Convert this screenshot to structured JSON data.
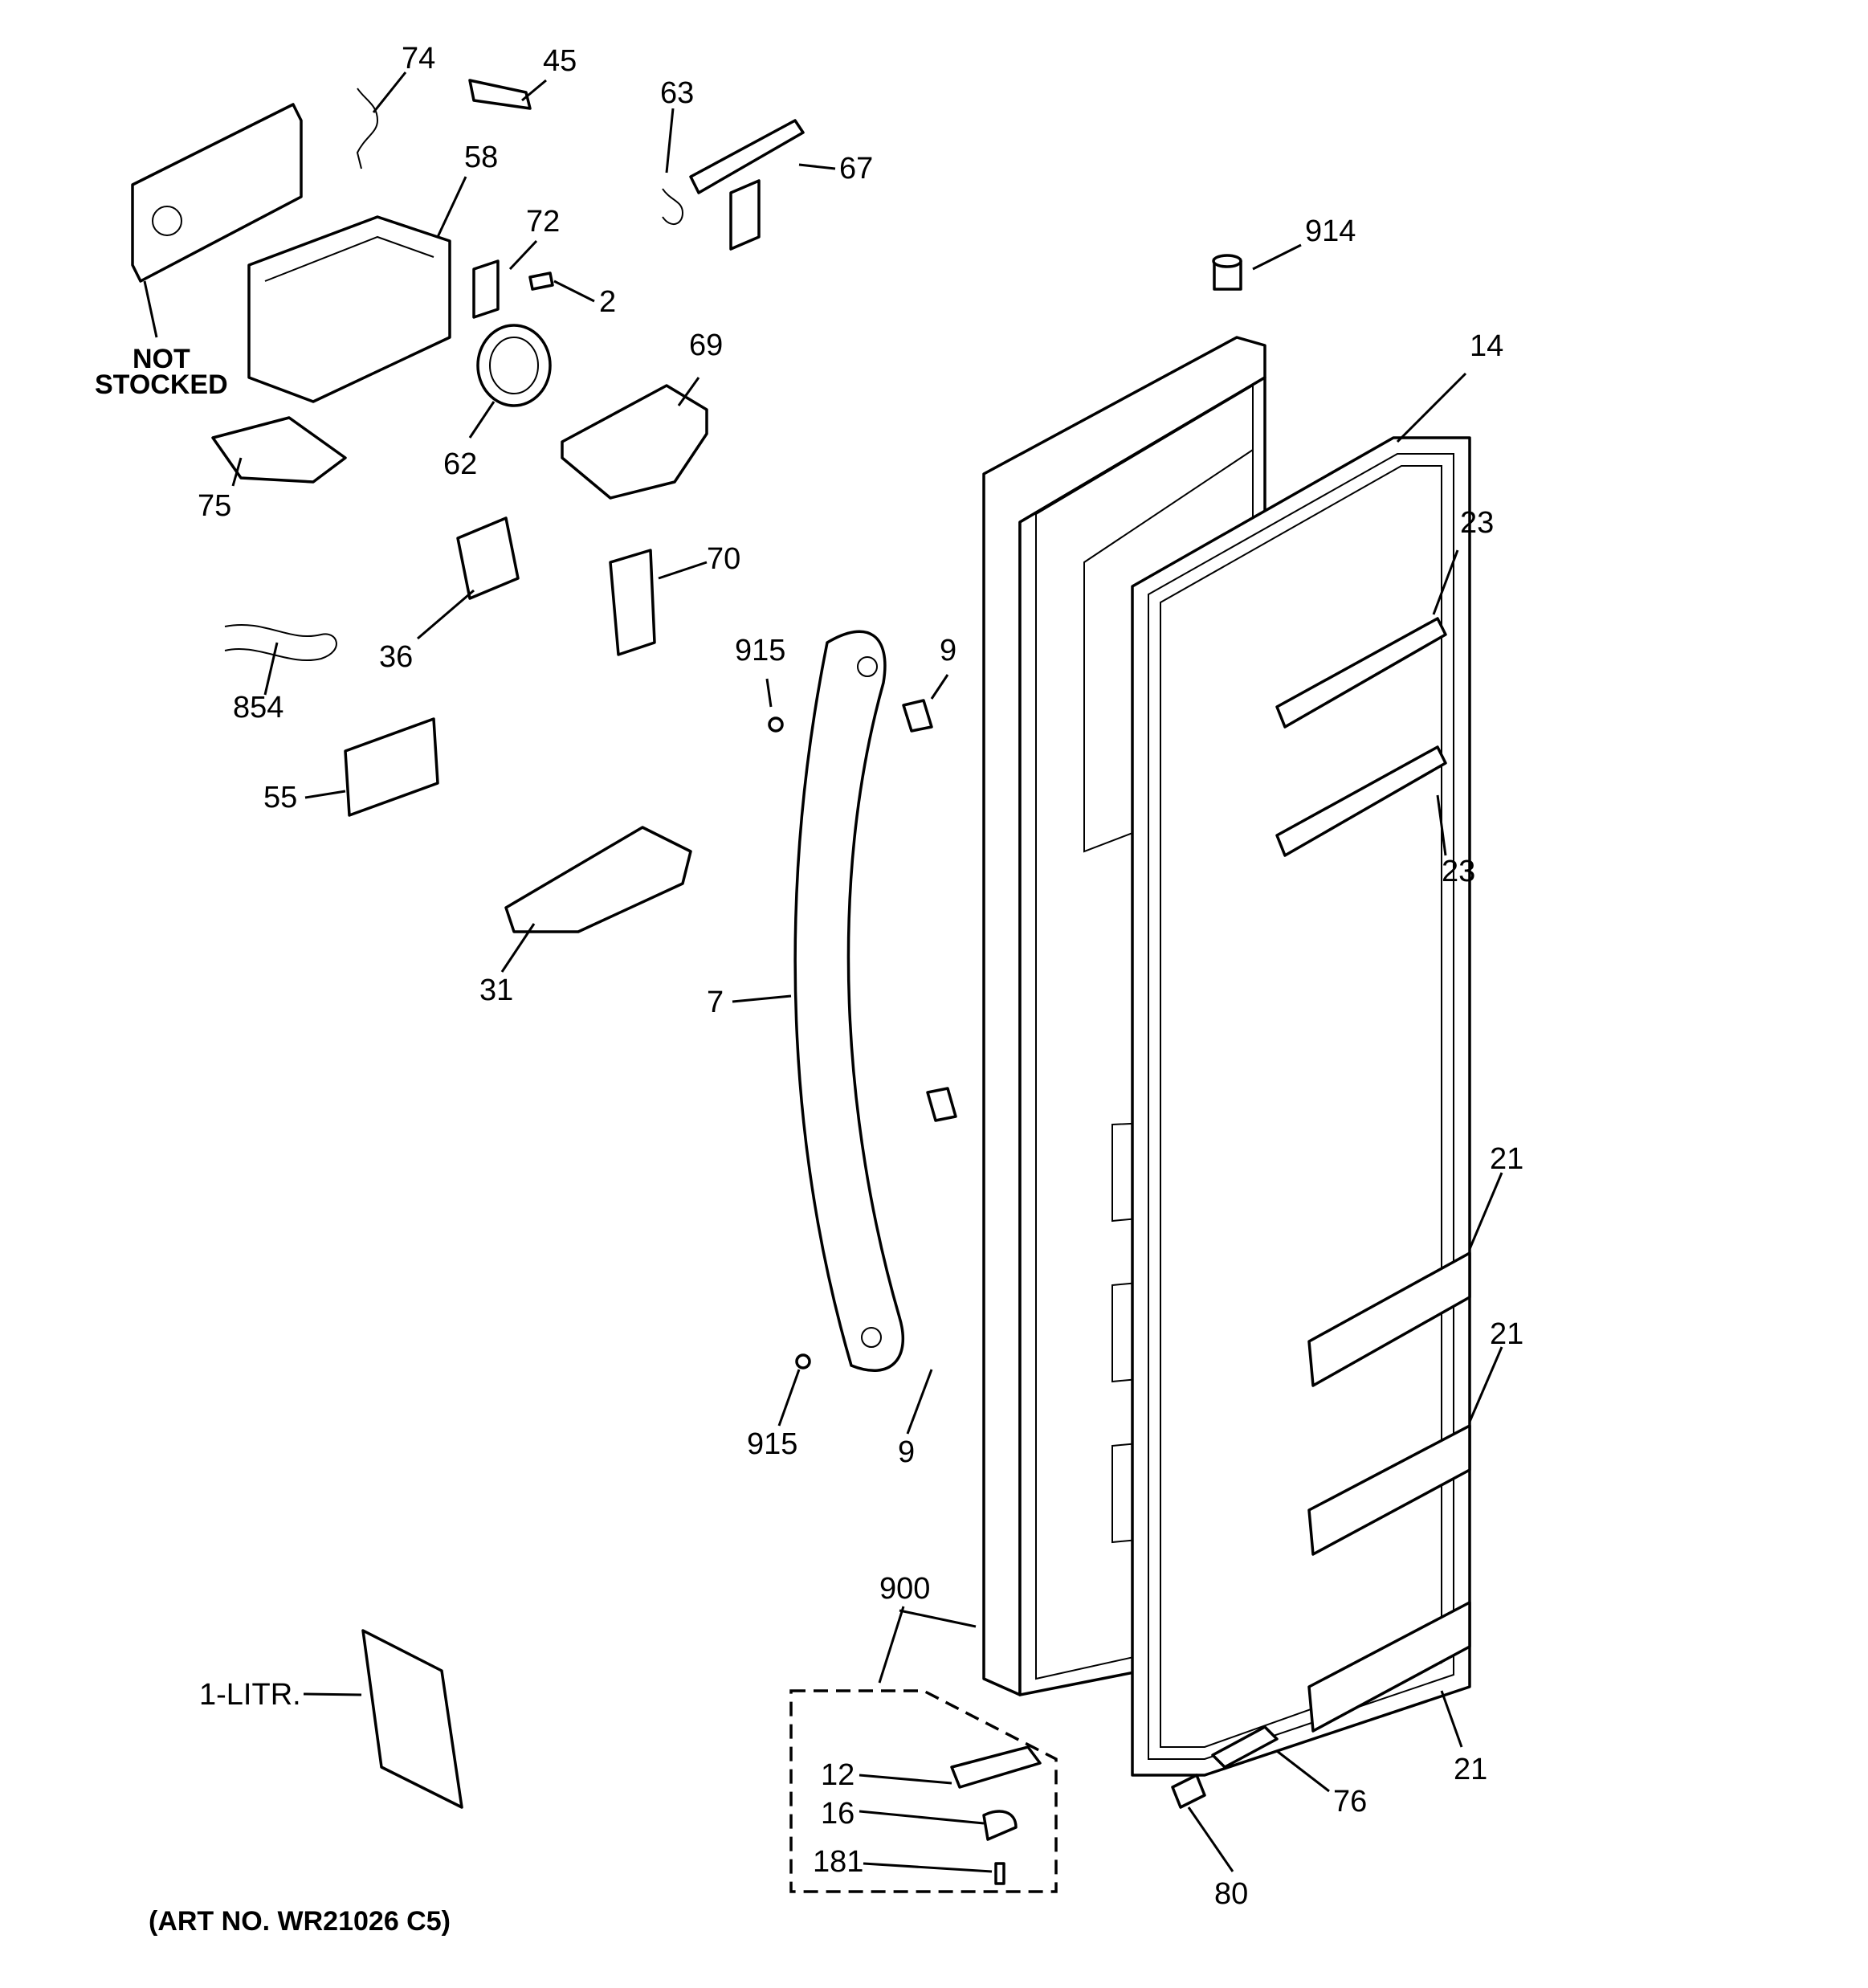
{
  "diagram": {
    "labels": {
      "p74": "74",
      "p45": "45",
      "p63": "63",
      "p67": "67",
      "p58": "58",
      "p72": "72",
      "p2": "2",
      "p914": "914",
      "p69": "69",
      "p14": "14",
      "p62": "62",
      "p75": "75",
      "p70": "70",
      "p23a": "23",
      "p23b": "23",
      "p36": "36",
      "p915a": "915",
      "p9a": "9",
      "p854": "854",
      "p55": "55",
      "p31": "31",
      "p7": "7",
      "p21a": "21",
      "p21b": "21",
      "p915b": "915",
      "p9b": "9",
      "p900": "900",
      "p1litr": "1-LITR.",
      "p12": "12",
      "p16": "16",
      "p181": "181",
      "p21c": "21",
      "p76": "76",
      "p80": "80"
    },
    "not_stocked_line1": "NOT",
    "not_stocked_line2": "STOCKED",
    "art_no": "(ART NO. WR21026 C5)"
  }
}
